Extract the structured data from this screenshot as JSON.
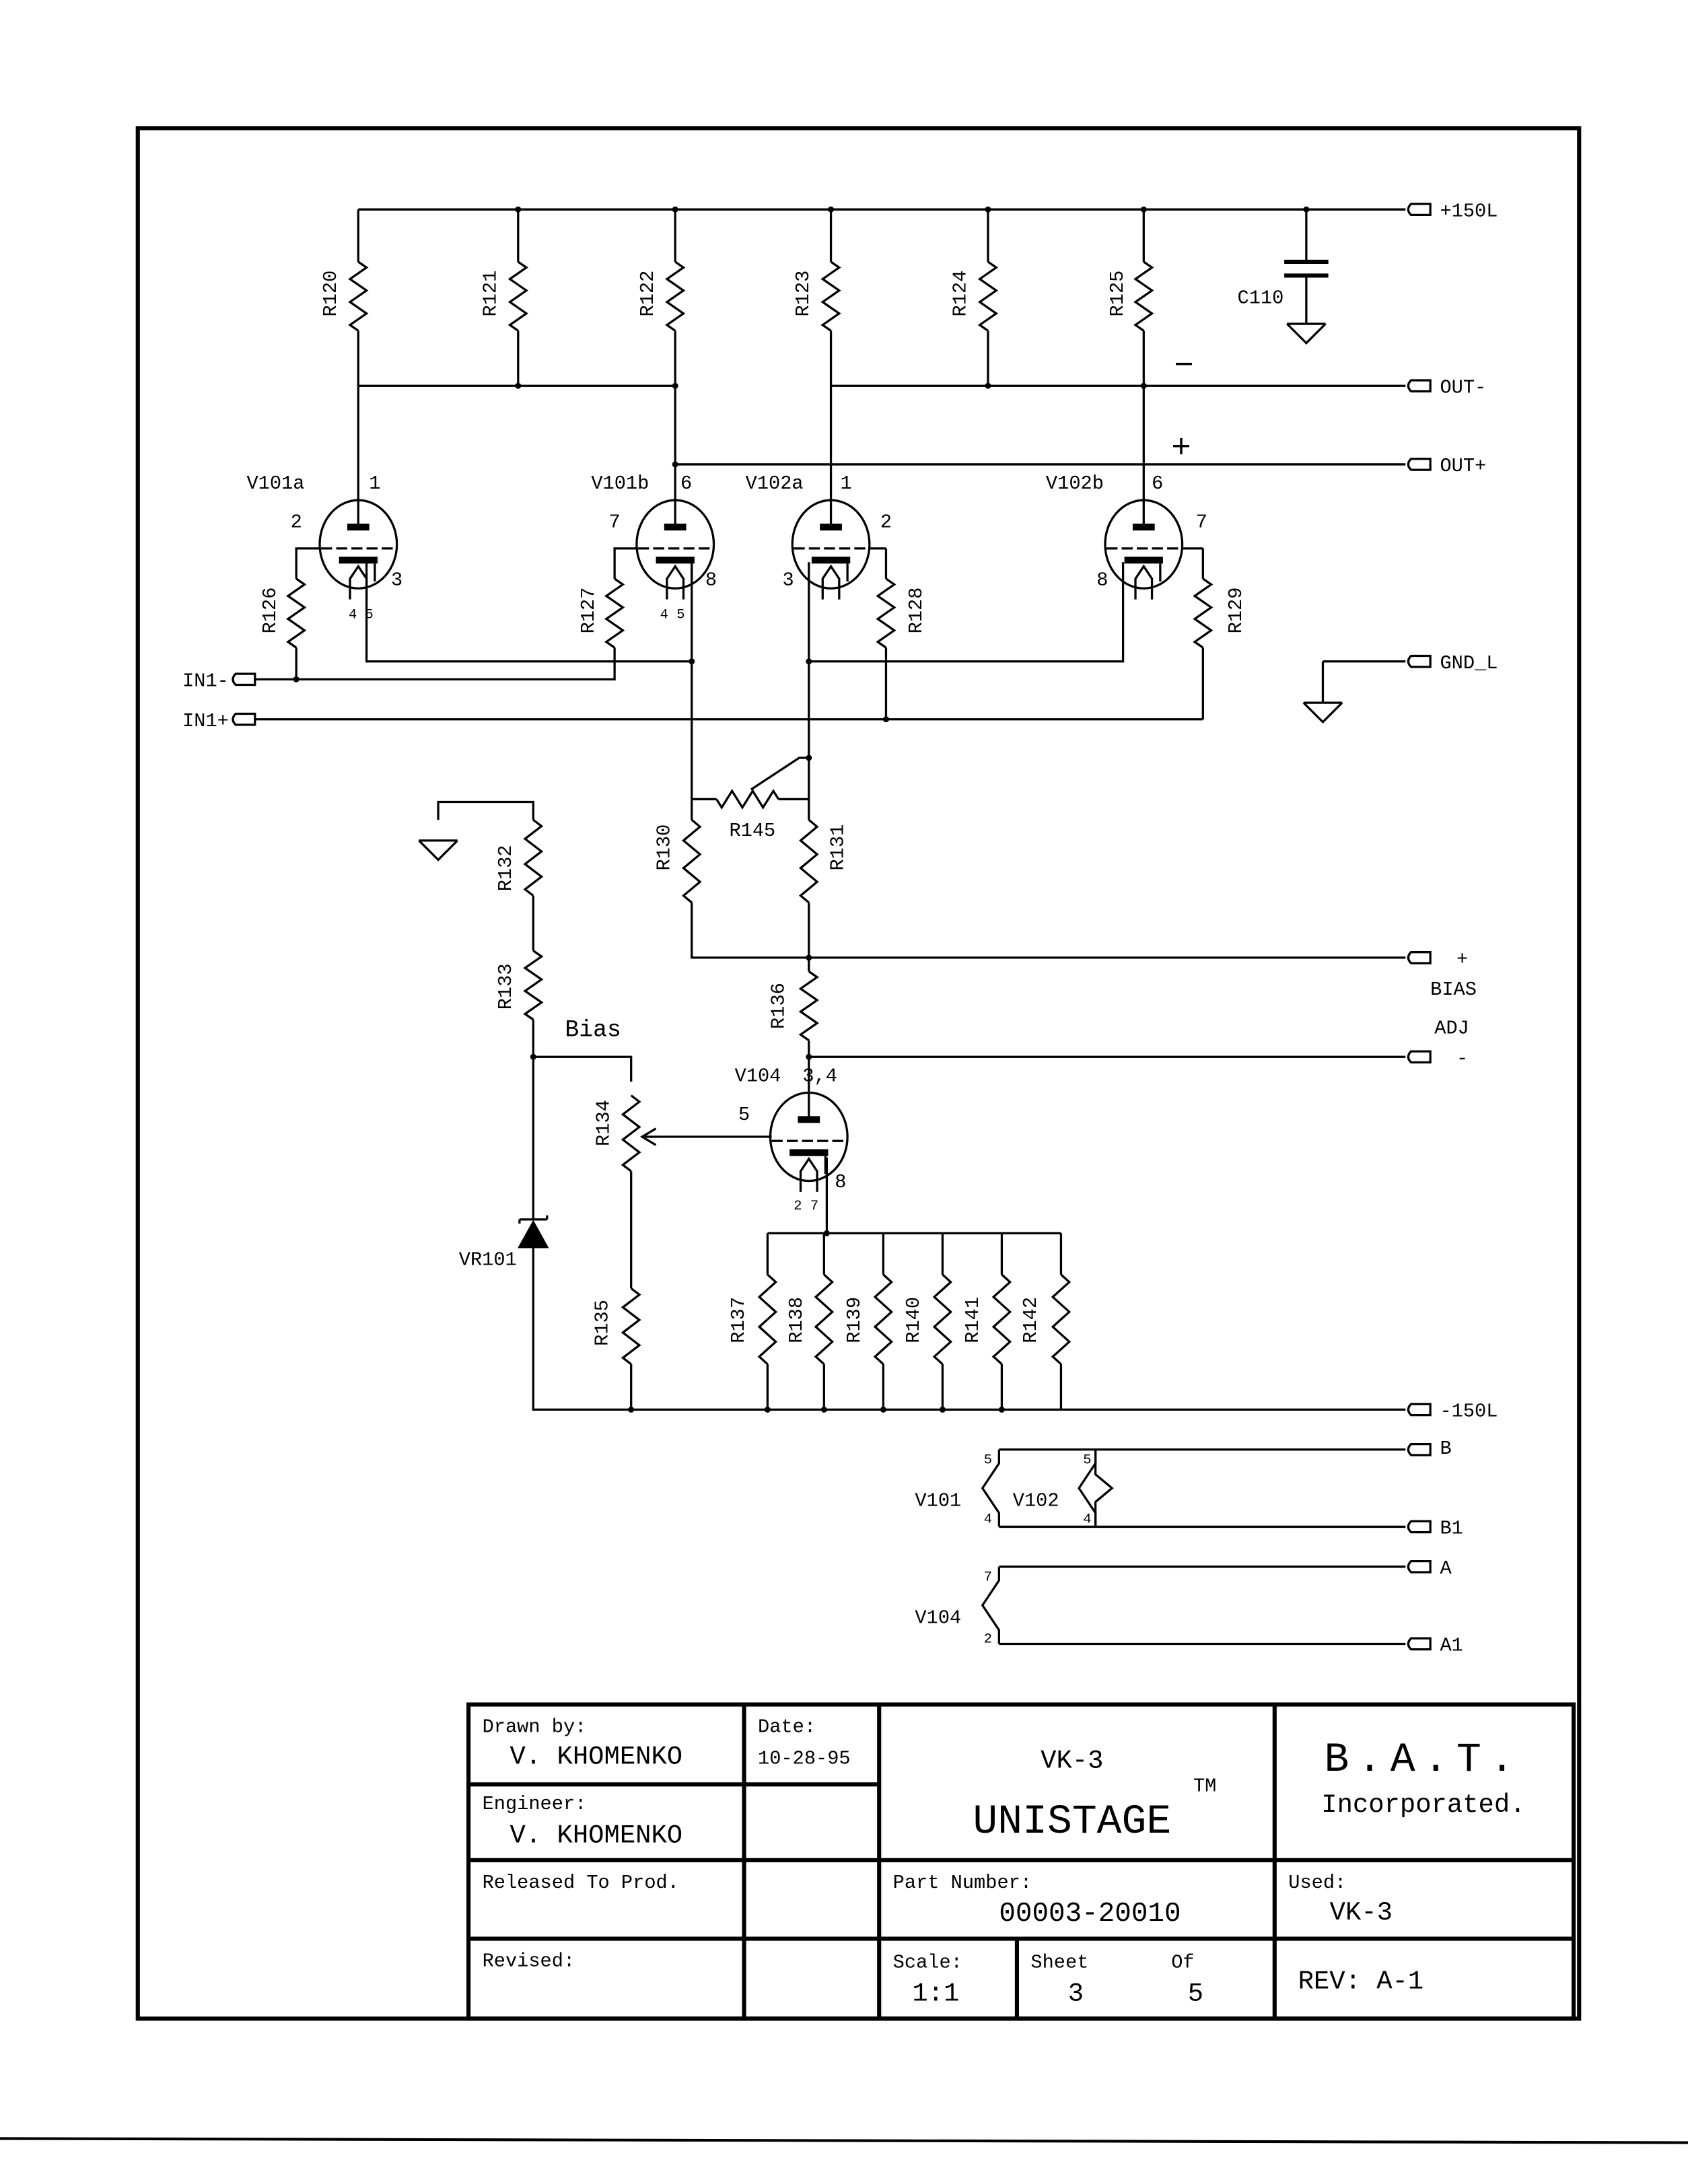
{
  "nets": {
    "plus150": "+150L",
    "out_minus": "OUT-",
    "out_plus": "OUT+",
    "gnd": "GND_L",
    "in_minus": "IN1-",
    "in_plus": "IN1+",
    "bias_plus": "+",
    "bias": "BIAS",
    "adj": "ADJ",
    "bias_minus": "-",
    "minus150": "-150L",
    "b": "B",
    "b1": "B1",
    "a": "A",
    "a1": "A1",
    "polarity_minus": "−",
    "polarity_plus": "+",
    "bias_label": "Bias"
  },
  "resistors": [
    "R120",
    "R121",
    "R122",
    "R123",
    "R124",
    "R125",
    "R126",
    "R127",
    "R128",
    "R129",
    "R130",
    "R131",
    "R132",
    "R133",
    "R136",
    "R134",
    "R135",
    "R137",
    "R138",
    "R139",
    "R140",
    "R141",
    "R142",
    "R145"
  ],
  "capacitor": "C110",
  "diode": "VR101",
  "tubes": [
    {
      "name": "V101a",
      "plate": "1",
      "grid": "2",
      "cathode": "3",
      "heater": "4 5"
    },
    {
      "name": "V101b",
      "plate": "6",
      "grid": "7",
      "cathode": "8",
      "heater": "4 5"
    },
    {
      "name": "V102a",
      "plate": "1",
      "grid": "2",
      "cathode": "3",
      "heater": ""
    },
    {
      "name": "V102b",
      "plate": "6",
      "grid": "7",
      "cathode": "8",
      "heater": ""
    },
    {
      "name": "V104",
      "plate": "3,4",
      "grid": "5",
      "cathode": "8",
      "heater": "2 7"
    }
  ],
  "heaters": {
    "v101": "V101",
    "v102": "V102",
    "v104": "V104",
    "pin5": "5",
    "pin4": "4",
    "pin7": "7",
    "pin2": "2"
  },
  "title_block": {
    "drawn_by_label": "Drawn by:",
    "drawn_by": "V. KHOMENKO",
    "date_label": "Date:",
    "date": "10-28-95",
    "engineer_label": "Engineer:",
    "engineer": "V. KHOMENKO",
    "product_model": "VK-3",
    "product_name": "UNISTAGE",
    "trademark": "TM",
    "company": "B.A.T.",
    "company_sub": "Incorporated.",
    "released_label": "Released To Prod.",
    "part_number_label": "Part Number:",
    "part_number": "00003-20010",
    "used_label": "Used:",
    "used": "VK-3",
    "revised_label": "Revised:",
    "scale_label": "Scale:",
    "scale": "1:1",
    "sheet_label": "Sheet",
    "sheet": "3",
    "of_label": "Of",
    "of": "5",
    "rev": "REV: A-1"
  }
}
